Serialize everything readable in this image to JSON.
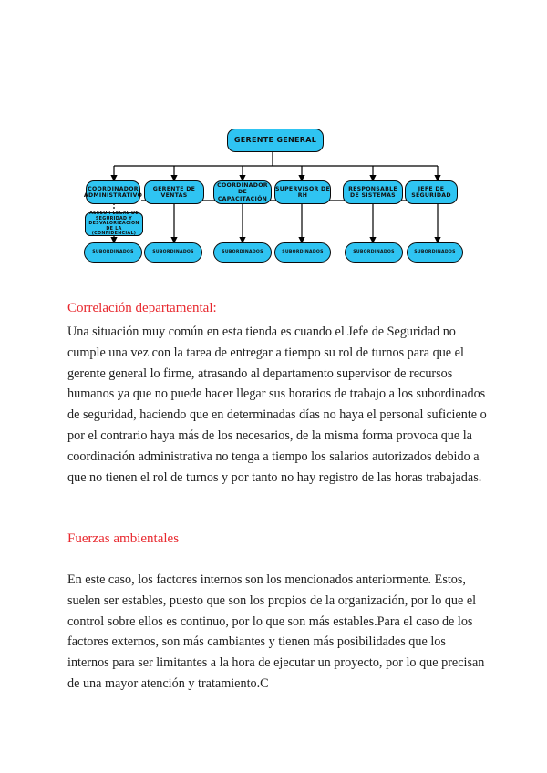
{
  "org_chart": {
    "root": "GERENTE GENERAL",
    "departments": [
      "COORDINADOR ADMINISTRATIVO",
      "GERENTE DE VENTAS",
      "COORDINADOR DE CAPACITACIÓN",
      "SUPERVISOR DE RH",
      "RESPONSABLE DE SISTEMAS",
      "JEFE DE SEGURIDAD"
    ],
    "auxiliary": "ASESOR LEGAL DE SEGURIDAD Y DESVALORIZACION DE LA (CONFIDENCIAL)",
    "subordinate_labels": [
      "SUBORDINADOS",
      "SUBORDINADOS",
      "SUBORDINADOS",
      "SUBORDINADOS",
      "SUBORDINADOS",
      "SUBORDINADOS"
    ],
    "colors": {
      "box_fill": "#2fc4f2",
      "border": "#0b0b0b"
    }
  },
  "sections": {
    "correlacion": {
      "heading": "Correlación departamental:",
      "body": "Una situación muy común en esta tienda es cuando el Jefe de Seguridad no cumple una vez con la tarea de entregar a tiempo su rol de turnos para que el gerente general lo firme, atrasando al departamento supervisor de recursos humanos ya que no puede hacer llegar sus horarios de trabajo a los subordinados de seguridad, haciendo que en determinadas días no haya el personal suficiente o por el contrario haya más de los necesarios, de la misma forma provoca que la coordinación administrativa no tenga a tiempo los salarios autorizados debido a que no tienen el rol de turnos y por tanto no hay registro de las horas trabajadas."
    },
    "fuerzas": {
      "heading": "Fuerzas ambientales",
      "body": "En este caso, los factores internos son los mencionados anteriormente. Estos, suelen ser estables, puesto que son los propios de la organización, por lo que el control sobre ellos es continuo, por lo que son más estables.Para el caso de los factores externos, son más cambiantes y tienen más posibilidades que los internos para ser limitantes a la hora de ejecutar un proyecto, por lo que precisan de una mayor atención y tratamiento.C"
    },
    "colors": {
      "heading": "#e8282e",
      "body": "#222222"
    }
  }
}
